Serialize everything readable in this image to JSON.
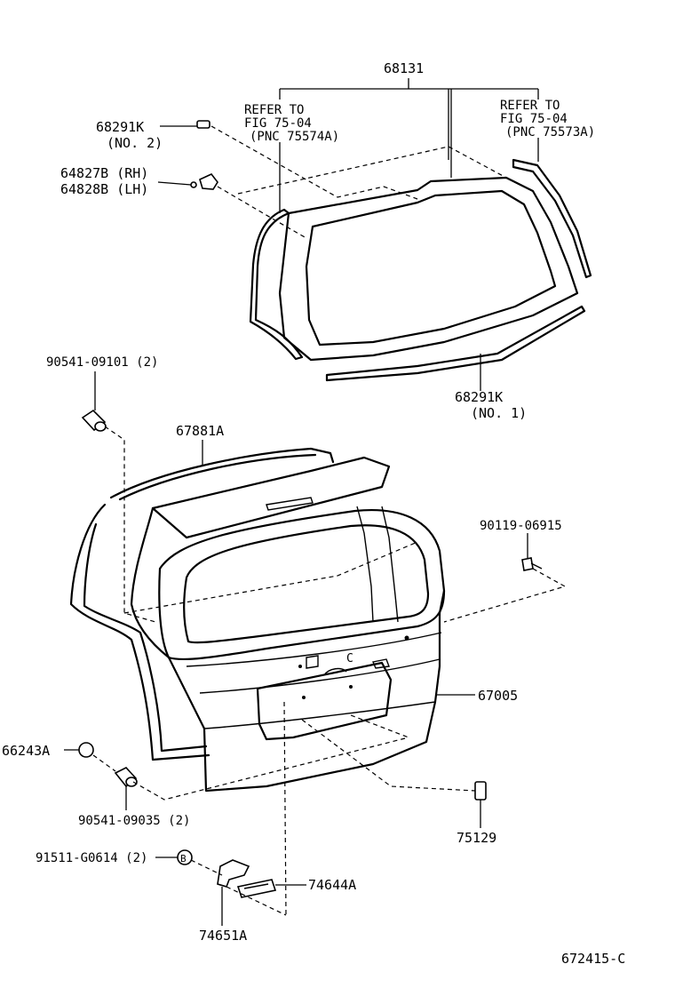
{
  "figure_code": "672415-C",
  "callouts": {
    "glass_assembly": "68131",
    "refer_left": {
      "line1": "REFER TO",
      "line2": "FIG 75-04",
      "line3": "(PNC 75574A)"
    },
    "refer_right": {
      "line1": "REFER TO",
      "line2": "FIG 75-04",
      "line3": "(PNC 75573A)"
    },
    "spacer_no2": {
      "part": "68291K",
      "note": "(NO. 2)"
    },
    "stay_rh": "64827B (RH)",
    "stay_lh": "64828B (LH)",
    "bolt_upper": "90541-09101 (2)",
    "spacer_no1": {
      "part": "68291K",
      "note": "(NO. 1)"
    },
    "weatherstrip": "67881A",
    "screw": "90119-06915",
    "back_door_panel": "67005",
    "grommet": "66243A",
    "bolt_lower": "90541-09035 (2)",
    "clip": "75129",
    "screw_b": "91511-G0614 (2)",
    "screw_b_marker": "B",
    "lamp_lens": "74644A",
    "lamp_bracket": "74651A"
  }
}
